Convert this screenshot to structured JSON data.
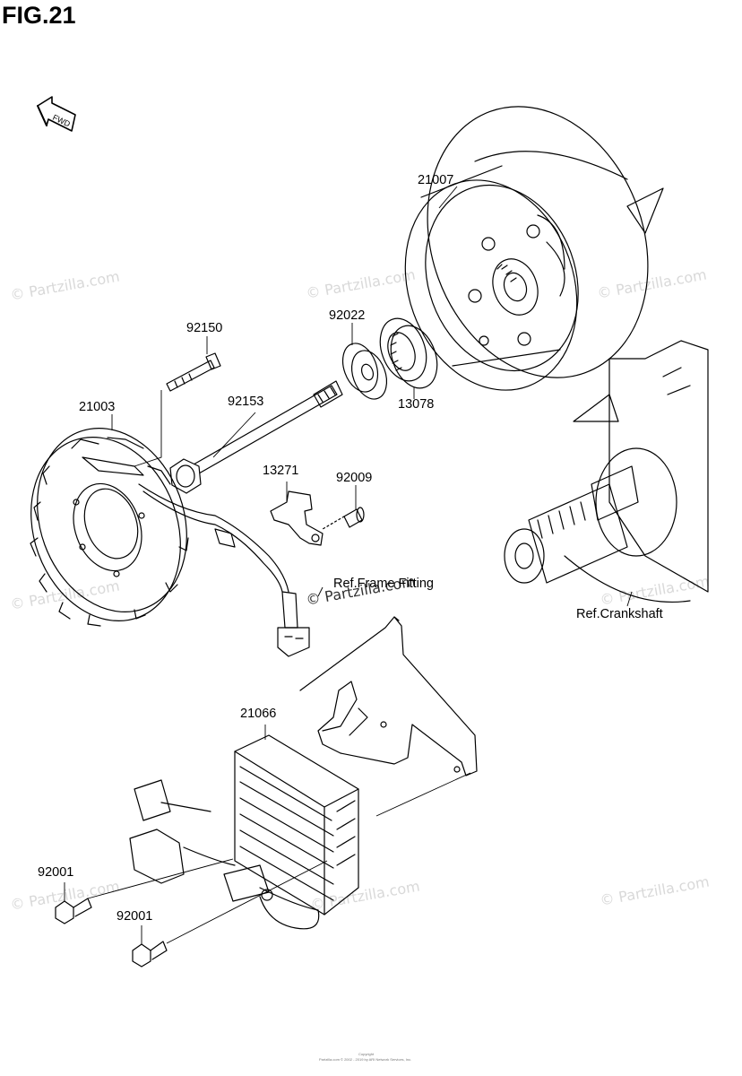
{
  "figure": {
    "title": "FIG.21"
  },
  "direction": {
    "label": "FWD"
  },
  "parts": [
    {
      "number": "21007"
    },
    {
      "number": "92022"
    },
    {
      "number": "13078"
    },
    {
      "number": "92150"
    },
    {
      "number": "92153"
    },
    {
      "number": "21003"
    },
    {
      "number": "13271"
    },
    {
      "number": "92009"
    },
    {
      "number": "21066"
    },
    {
      "number": "92001"
    },
    {
      "number": "92001"
    }
  ],
  "references": [
    {
      "text": "Ref.Frame Fitting"
    },
    {
      "text": "Ref.Crankshaft"
    }
  ],
  "watermark": {
    "text": "© Partzilla.com"
  },
  "footer": {
    "line1": "Copyright",
    "line2": "Partzilla.com © 2002 - 2019 by ARI Network Services, Inc."
  }
}
